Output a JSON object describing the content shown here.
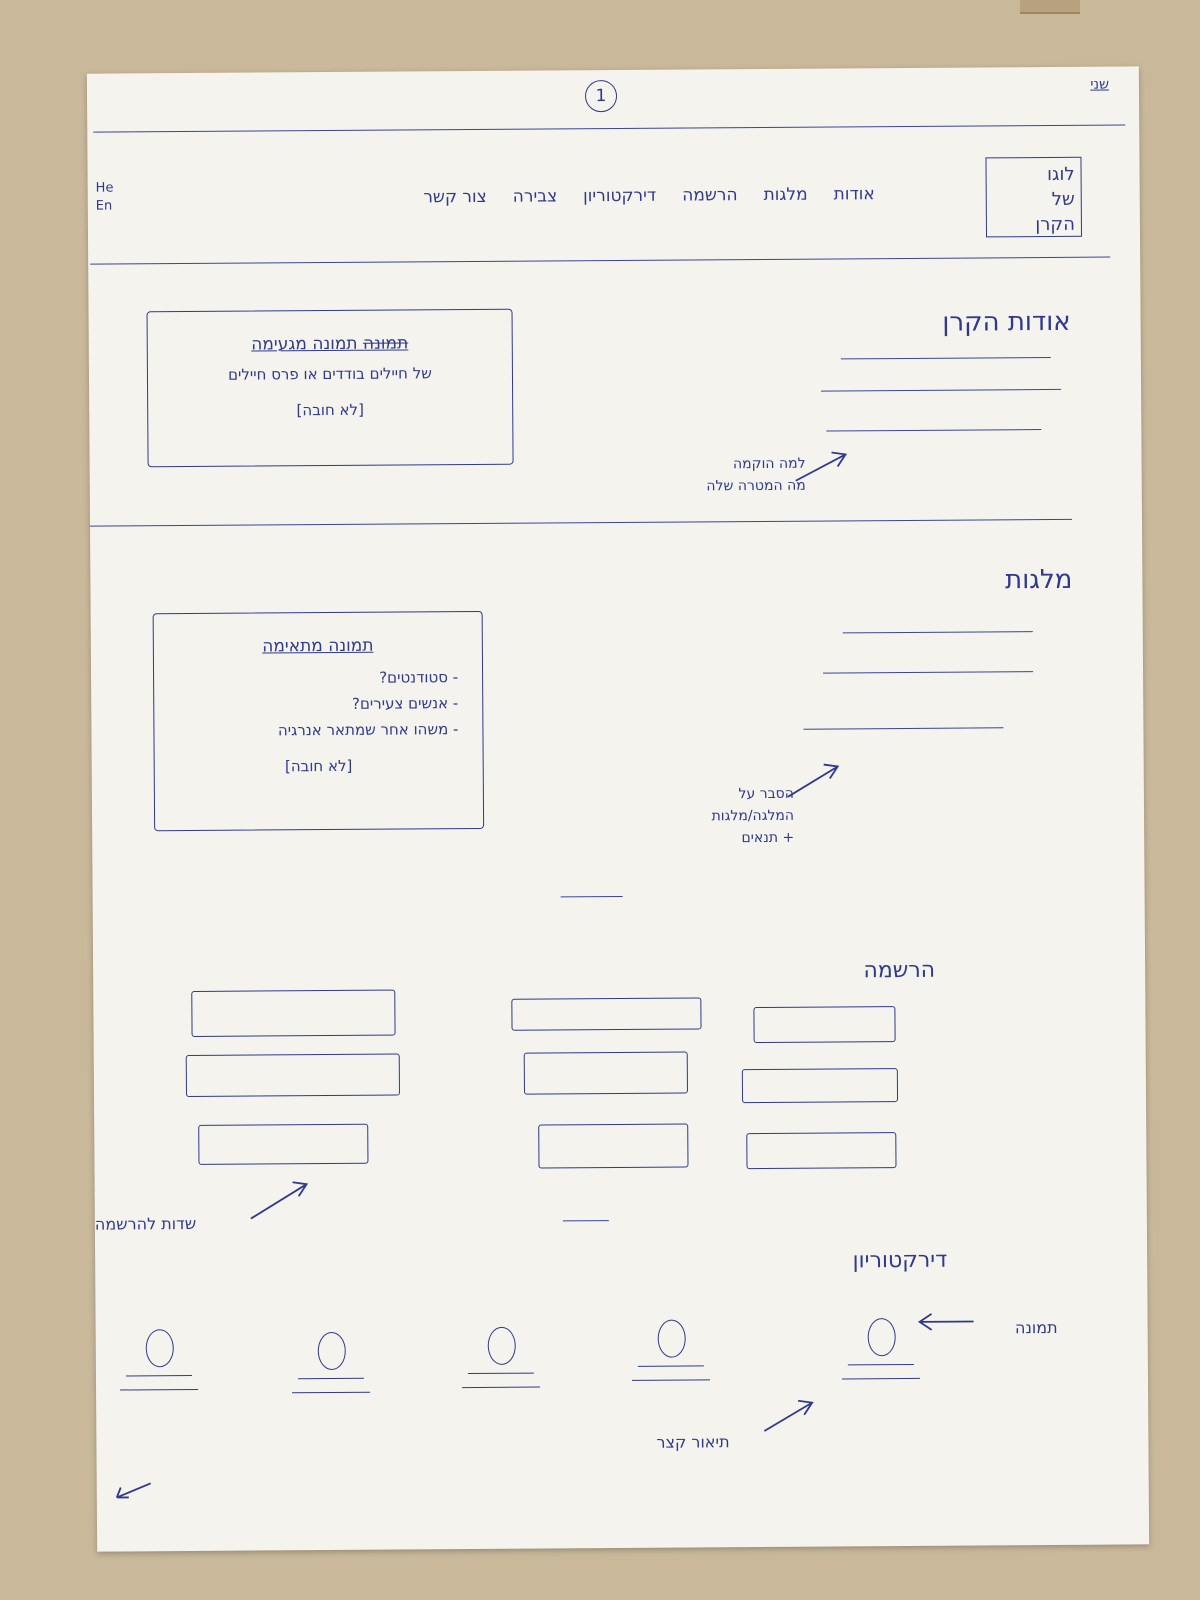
{
  "page": {
    "number": "1",
    "corner_mark": "שני"
  },
  "header": {
    "logo_lines": [
      "לוגו",
      "של",
      "הקרן"
    ],
    "nav": [
      "אודות",
      "מלגות",
      "הרשמה",
      "דירקטוריון",
      "צבירה",
      "צור קשר"
    ],
    "lang": [
      "He",
      "En"
    ]
  },
  "about": {
    "title": "אודות הקרן",
    "note_lines": [
      "למה הוקמה",
      "מה המטרה שלה"
    ],
    "image_box": {
      "title_strike": "תמונה",
      "title": "תמונה מגעימה",
      "subtitle": "של חיילים בודדים או פרס חיילים",
      "optional": "[לא חובה]"
    }
  },
  "scholarships": {
    "title": "מלגות",
    "note_lines": [
      "הסבר על",
      "המלגה/מלגות",
      "+ תנאים"
    ],
    "image_box": {
      "title": "תמונה מתאימה",
      "items": [
        "- סטודנטים?",
        "- אנשים צעירים?",
        "- משהו אחר שמתאר אנרגיה"
      ],
      "optional": "[לא חובה]"
    }
  },
  "registration": {
    "title": "הרשמה",
    "note": "שדות להרשמה"
  },
  "directory": {
    "title": "דירקטוריון",
    "photo_note": "תמונה",
    "desc_note": "תיאור קצר",
    "members": 5
  }
}
